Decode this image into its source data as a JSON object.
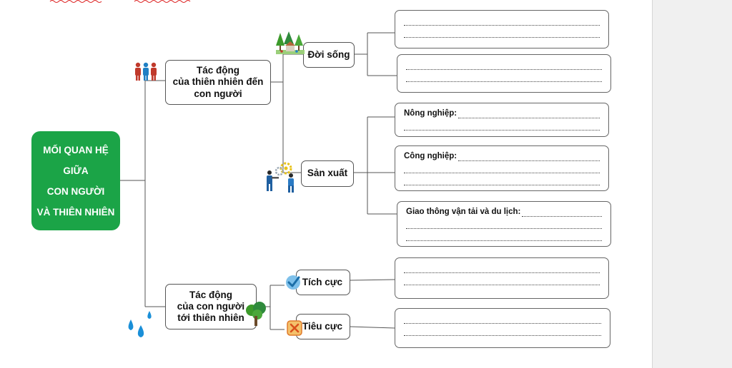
{
  "main": {
    "lines": [
      "MỐI QUAN HỆ",
      "GIỮA",
      "CON NGƯỜI",
      "VÀ THIÊN NHIÊN"
    ]
  },
  "branch_nature": {
    "lines": [
      "Tác động",
      "của thiên nhiên đến",
      "con người"
    ]
  },
  "branch_human": {
    "lines": [
      "Tác động",
      "của con người",
      "tới thiên nhiên"
    ]
  },
  "doi_song": {
    "label": "Đời sống"
  },
  "san_xuat": {
    "label": "Sản xuất"
  },
  "tich_cuc": {
    "label": "Tích cực"
  },
  "tieu_cuc": {
    "label": "Tiêu cực"
  },
  "answers": {
    "nong_nghiep": "Nông nghiệp:",
    "cong_nghiep": "Công nghiệp:",
    "giao_thong": "Giao thông vận tải và du lịch:"
  },
  "colors": {
    "main_fill": "#1ba447",
    "check": "#3a8fd0",
    "cross": "#e07a2a",
    "water": "#1a8fd8",
    "tree": "#3c9a2a"
  },
  "icons": [
    "people-icon",
    "forest-village-icon",
    "workers-gear-icon",
    "water-drops-icon",
    "tree-icon",
    "check-icon",
    "cross-icon"
  ]
}
